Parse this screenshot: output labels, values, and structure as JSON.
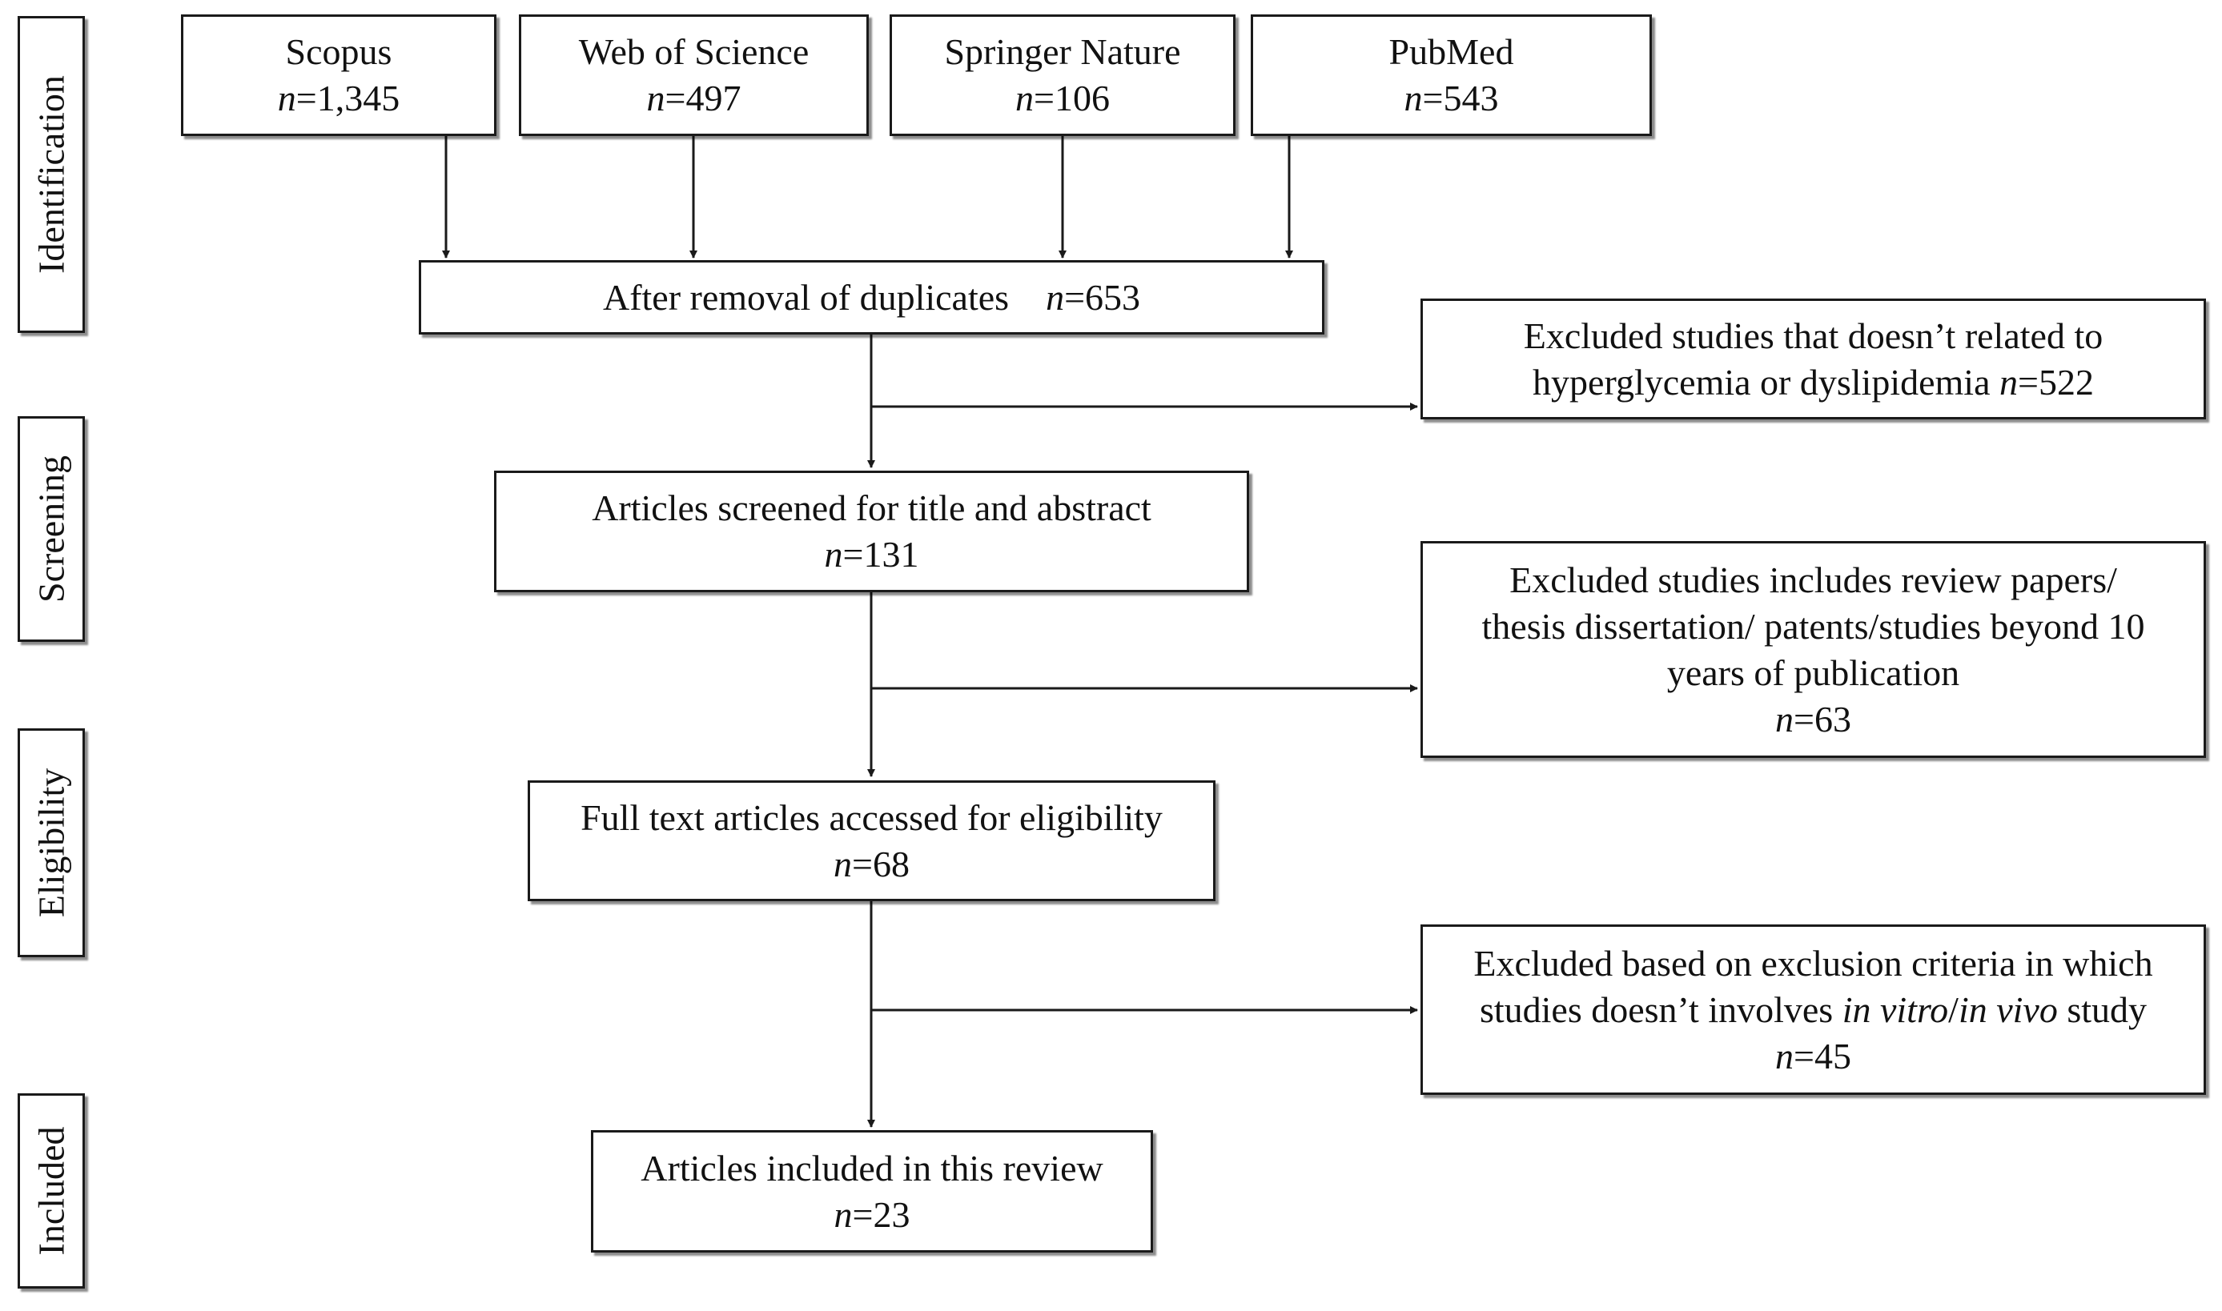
{
  "stages": {
    "identification": "Identification",
    "screening": "Screening",
    "eligibility": "Eligibility",
    "included": "Included"
  },
  "sources": [
    {
      "name": "Scopus",
      "n_prefix": "n",
      "n_value": "=1,345"
    },
    {
      "name": "Web of Science",
      "n_prefix": "n",
      "n_value": "=497"
    },
    {
      "name": "Springer Nature",
      "n_prefix": "n",
      "n_value": "=106"
    },
    {
      "name": "PubMed",
      "n_prefix": "n",
      "n_value": "=543"
    }
  ],
  "duplicates": {
    "text": "After removal of duplicates",
    "n_prefix": "n",
    "n_value": "=653"
  },
  "screened": {
    "line1": "Articles screened for title and abstract",
    "n_prefix": "n",
    "n_value": "=131"
  },
  "fulltext": {
    "line1": "Full text articles accessed for eligibility",
    "n_prefix": "n",
    "n_value": "=68"
  },
  "included": {
    "line1": "Articles included in this review",
    "n_prefix": "n",
    "n_value": "=23"
  },
  "excluded1": {
    "line1": "Excluded studies that doesn’t related to",
    "line2": "hyperglycemia or dyslipidemia ",
    "n_prefix": "n",
    "n_value": "=522"
  },
  "excluded2": {
    "line1": "Excluded studies includes review papers/",
    "line2": "thesis dissertation/ patents/studies beyond 10",
    "line3": "years of publication",
    "n_prefix": "n",
    "n_value": "=63"
  },
  "excluded3": {
    "line1": "Excluded based on exclusion criteria  in which",
    "line2_a": "studies doesn’t involves ",
    "line2_b": "in vitro",
    "line2_c": "/",
    "line2_d": "in vivo",
    "line2_e": " study",
    "n_prefix": "n",
    "n_value": "=45"
  }
}
